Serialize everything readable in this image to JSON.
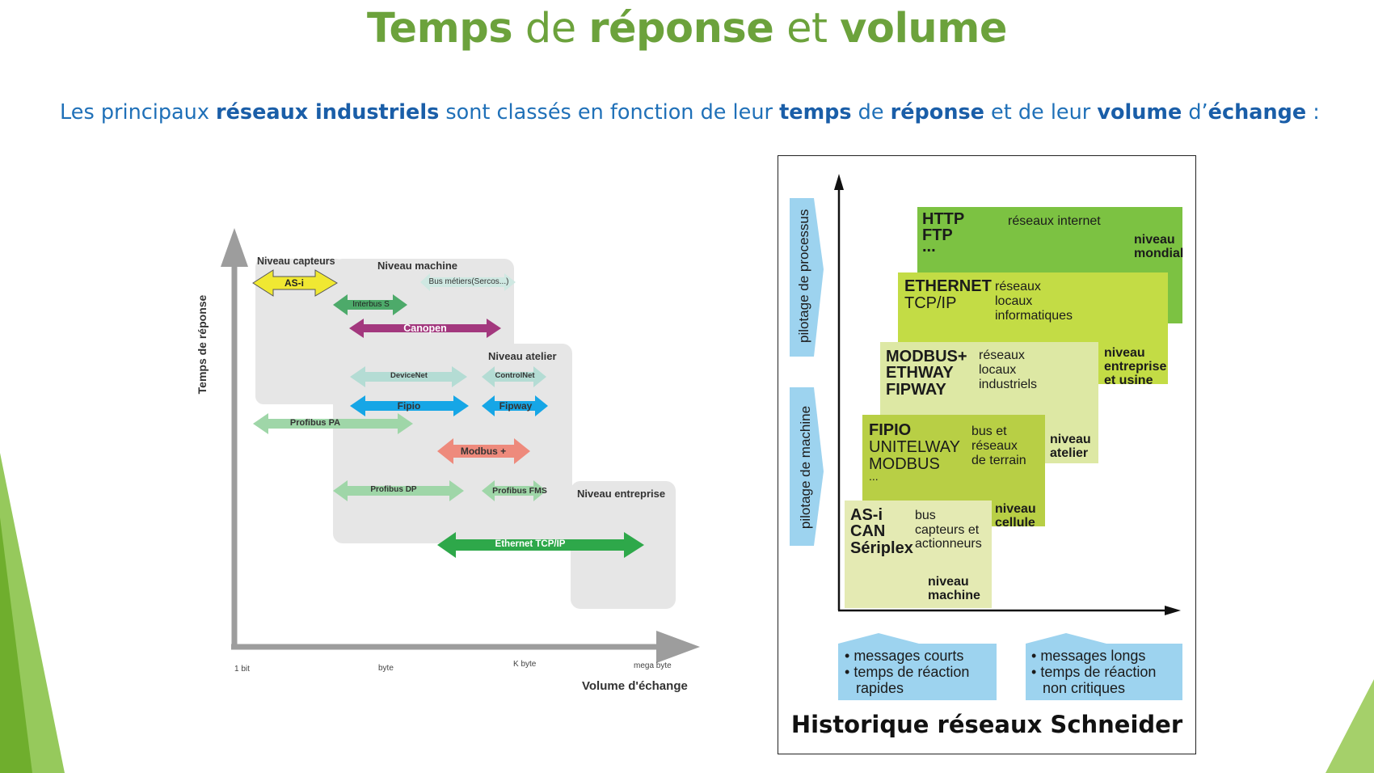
{
  "slide": {
    "title_parts": [
      {
        "text": "Temps",
        "bold": true
      },
      {
        "text": " de ",
        "bold": false
      },
      {
        "text": "réponse",
        "bold": true
      },
      {
        "text": " et ",
        "bold": false
      },
      {
        "text": "volume",
        "bold": true
      }
    ],
    "subtitle_parts": [
      {
        "text": "Les principaux ",
        "bold": false
      },
      {
        "text": "réseaux industriels",
        "bold": true
      },
      {
        "text": " sont classés en fonction de leur ",
        "bold": false
      },
      {
        "text": "temps",
        "bold": true
      },
      {
        "text": " de ",
        "bold": false
      },
      {
        "text": "réponse",
        "bold": true
      },
      {
        "text": " et de leur ",
        "bold": false
      },
      {
        "text": "volume",
        "bold": true
      },
      {
        "text": " d’",
        "bold": false
      },
      {
        "text": "échange",
        "bold": true
      },
      {
        "text": " :",
        "bold": false
      }
    ],
    "accent_color": "#6ca23c",
    "subtitle_color": "#1f70b8"
  },
  "left_diagram": {
    "y_axis_label": "Temps de réponse",
    "x_axis_label": "Volume d'échange",
    "x_ticks": [
      "1 bit",
      "byte",
      "K byte",
      "mega byte"
    ],
    "zones": {
      "capteurs": "Niveau capteurs",
      "machine": "Niveau machine",
      "atelier": "Niveau atelier",
      "entreprise": "Niveau entreprise"
    },
    "arrows": {
      "asi": "AS-i",
      "bus_metiers": "Bus métiers(Sercos...)",
      "interbus": "Interbus S",
      "canopen": "Canopen",
      "devicenet": "DeviceNet",
      "controlnet": "ControlNet",
      "fipio": "Fipio",
      "fipway": "Fipway",
      "profibus_pa": "Profibus PA",
      "modbus": "Modbus +",
      "profibus_dp": "Profibus DP",
      "profibus_fms": "Profibus FMS",
      "ethernet": "Ethernet TCP/IP"
    },
    "colors": {
      "asi": "#f0e832",
      "interbus": "#4daa6a",
      "canopen": "#a3387e",
      "light_teal": "#b4dcd4",
      "blue": "#16a6e6",
      "light_green": "#9fd6a8",
      "salmon": "#ee8a7c",
      "green": "#2ea84a",
      "zone_gray": "#e6e6e6"
    }
  },
  "right_diagram": {
    "caption": "Historique réseaux Schneider",
    "left_labels": {
      "top": "pilotage de processus",
      "bottom": "pilotage de machine"
    },
    "levels": {
      "internet": {
        "protocols": [
          "HTTP",
          "FTP",
          "..."
        ],
        "desc": [
          "réseaux internet"
        ],
        "level": [
          "niveau",
          "mondial"
        ]
      },
      "ethernet": {
        "protocols": [
          "ETHERNET",
          "TCP/IP"
        ],
        "desc": [
          "réseaux",
          "locaux",
          "informatiques"
        ],
        "level": [
          "niveau",
          "entreprise",
          "et usine"
        ]
      },
      "modbus_plus": {
        "protocols": [
          "MODBUS+",
          "ETHWAY",
          "FIPWAY"
        ],
        "desc": [
          "réseaux",
          "locaux",
          "industriels"
        ],
        "level": [
          "niveau",
          "atelier"
        ]
      },
      "fipio": {
        "protocols": [
          "FIPIO",
          "UNITELWAY",
          "MODBUS",
          "..."
        ],
        "desc": [
          "bus et",
          "réseaux",
          "de terrain"
        ],
        "level": [
          "niveau",
          "cellule"
        ]
      },
      "asi": {
        "protocols": [
          "AS-i",
          "CAN",
          "Sériplex"
        ],
        "desc": [
          "bus",
          "capteurs et",
          "actionneurs"
        ],
        "level": [
          "niveau",
          "machine"
        ]
      }
    },
    "bottom_left": [
      "messages courts",
      "temps de réaction",
      "rapides"
    ],
    "bottom_right": [
      "messages longs",
      "temps de réaction",
      "non critiques"
    ],
    "colors": {
      "internet": "#7cc242",
      "ethernet": "#c3dc45",
      "modbus_plus": "#dde8a4",
      "fipio": "#b8cf45",
      "asi": "#e4eab3",
      "blue_tab": "#9dd3ef"
    }
  }
}
